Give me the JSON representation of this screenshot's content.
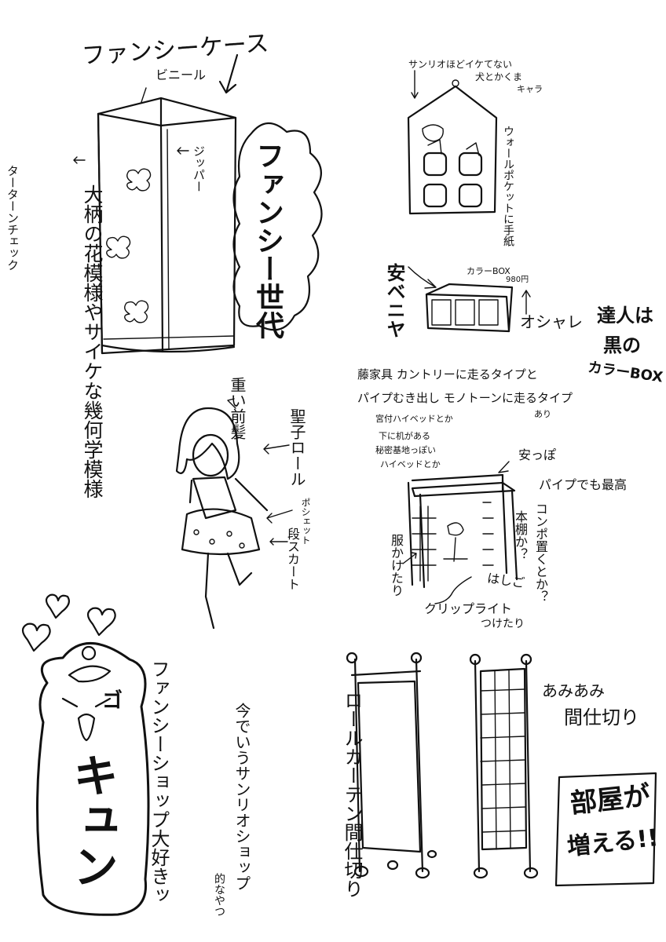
{
  "fancy_case": {
    "title": "ファンシーケース",
    "vinyl": "ビニール",
    "zipper": "ジッパー",
    "pattern_note": "大柄の花模様やサイケな幾何学模様",
    "tartan": "ターターンチェック",
    "generation_bubble": "ファンシー世代"
  },
  "wall_pocket": {
    "note_line1": "サンリオほどイケてない",
    "note_line2": "犬とかくま",
    "note_line3": "キャラ",
    "label": "ウォールポケットに手紙"
  },
  "color_box": {
    "label": "カラーBOX",
    "price": "980円",
    "cheap_veneer": "安ベニヤ",
    "stylish": "オシャレ",
    "expert_line1": "達人は",
    "expert_line2": "黒の",
    "expert_line3": "カラーBOX"
  },
  "loft_bed": {
    "line1": "藤家具 カントリーに走るタイプと",
    "line2": "パイプむき出し モノトーンに走るタイプ",
    "line2_suffix": "あり",
    "sub1": "宮付ハイベッドとか",
    "sub2": "下に机がある",
    "sub3": "秘密基地っぽい",
    "sub4": "ハイベッドとか",
    "cheap_pipe_line1": "安っぽ",
    "cheap_pipe_line2": "パイプでも最高",
    "compo": "コンポ置くとか？",
    "bookshelf": "本棚か？",
    "ladder": "はしご",
    "clothes_hanger": "服かけたり",
    "clip_light_line1": "クリップライト",
    "clip_light_line2": "つけたり"
  },
  "girl": {
    "heavy_bangs": "重い前髪",
    "seiko_roll": "聖子ロール",
    "pochette": "ポシェット",
    "tiered_skirt": "段スカート"
  },
  "bear": {
    "face_text": "ゴ",
    "exclaim": "キュン",
    "fancy_shop": "ファンシーショップ大好きッ",
    "sanrio_shop_line1": "今でいうサンリオショップ",
    "sanrio_shop_line2": "的なやつ"
  },
  "partition": {
    "roll_curtain": "ロールカーテン間仕切り",
    "mesh": "あみあみ",
    "mesh_divider": "間仕切り",
    "rooms_increase_line1": "部屋が",
    "rooms_increase_line2": "増える!!"
  }
}
